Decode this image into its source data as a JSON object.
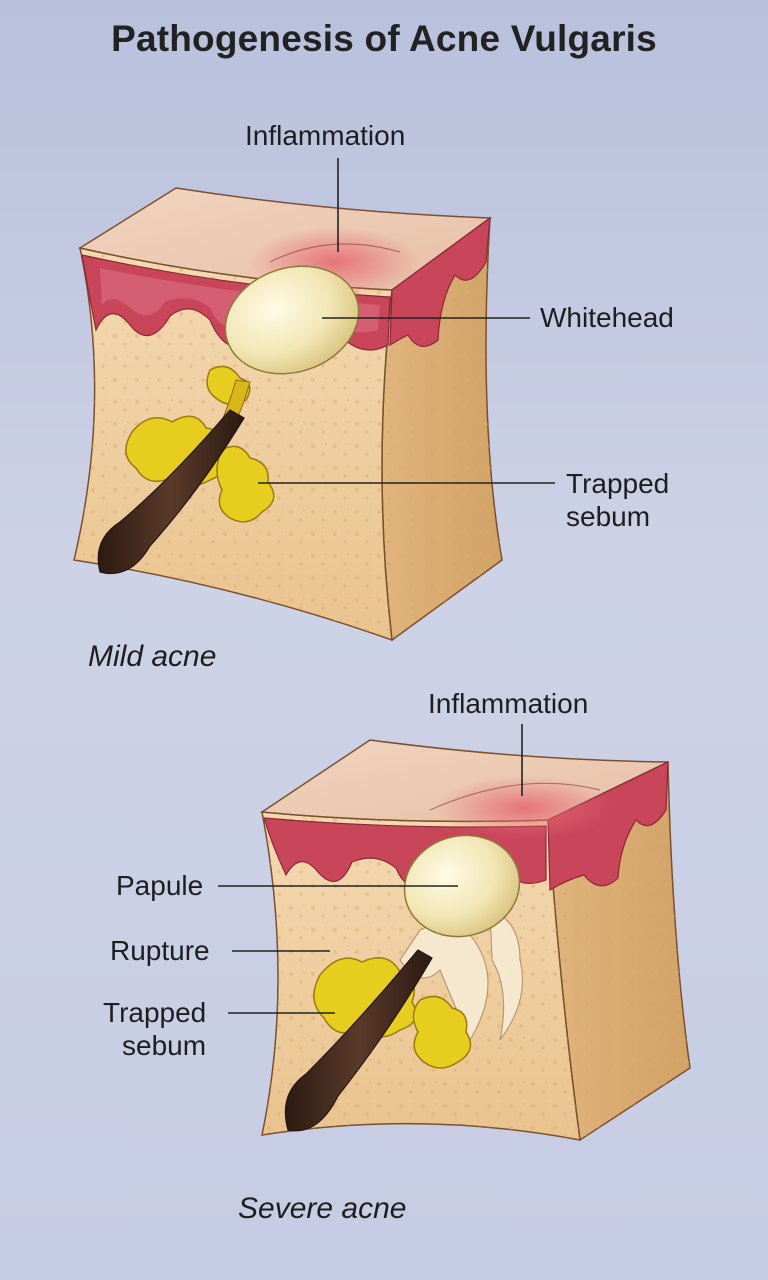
{
  "title": "Pathogenesis of Acne Vulgaris",
  "panels": [
    {
      "caption": "Mild acne",
      "labels": {
        "inflammation": "Inflammation",
        "whitehead": "Whitehead",
        "trapped_sebum_line1": "Trapped",
        "trapped_sebum_line2": "sebum"
      }
    },
    {
      "caption": "Severe acne",
      "labels": {
        "inflammation": "Inflammation",
        "papule": "Papule",
        "rupture": "Rupture",
        "trapped_sebum_line1": "Trapped",
        "trapped_sebum_line2": "sebum"
      }
    }
  ],
  "colors": {
    "background": "#c6cce3",
    "skin_surface": "#ecc9b4",
    "dermis": "#c8455a",
    "tissue": "#efcf9e",
    "sebum": "#e7cd1d",
    "whitehead": "#f3eac0",
    "hair": "#4a2f22"
  }
}
